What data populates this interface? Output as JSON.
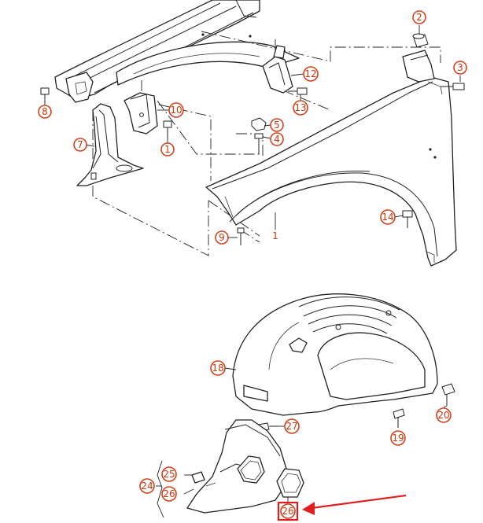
{
  "callouts": {
    "c1": "1",
    "c2": "2",
    "c3": "3",
    "c4": "4",
    "c5": "5",
    "c7": "7",
    "c8": "8",
    "c9": "9",
    "c10": "10",
    "c11": "1",
    "c12": "12",
    "c13": "13",
    "c14": "14",
    "c18": "18",
    "c19": "19",
    "c20": "20",
    "c24": "24",
    "c25": "25",
    "c26a": "26",
    "c26b": "26",
    "c27": "27"
  },
  "colors": {
    "callout": "#d0431c",
    "highlight": "#e02020",
    "line": "#222222"
  }
}
